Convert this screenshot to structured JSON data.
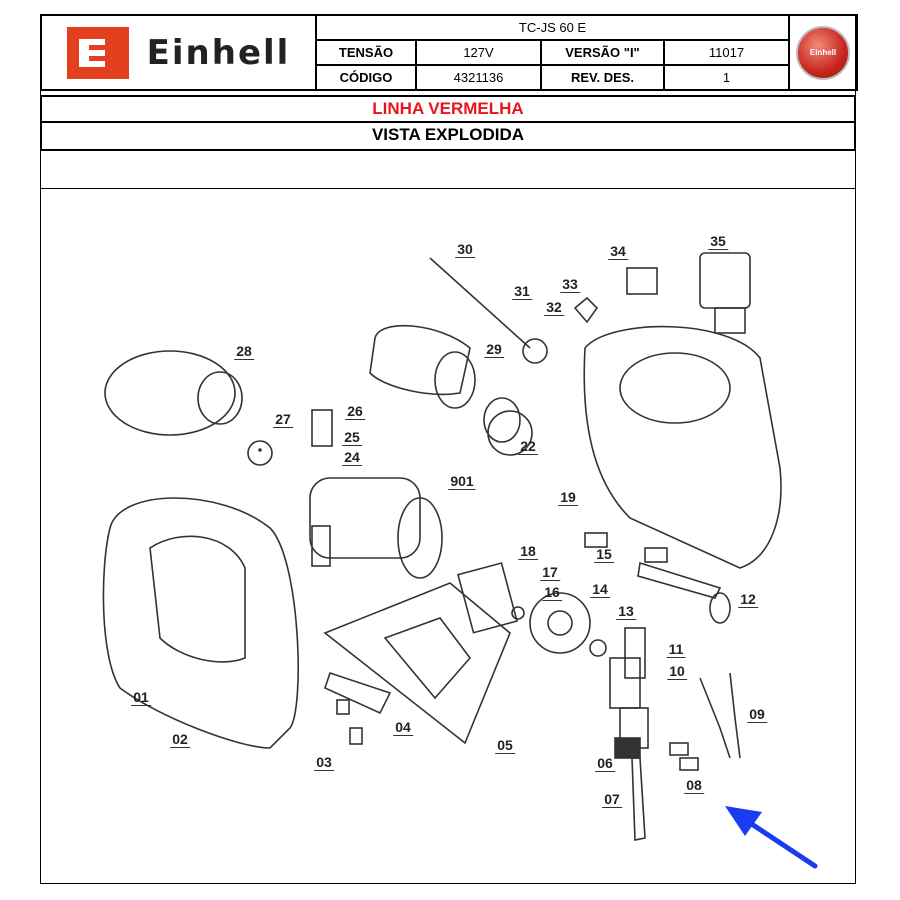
{
  "header": {
    "brand": "Einhell",
    "model": "TC-JS 60 E",
    "tensao_label": "TENSÃO",
    "tensao_value": "127V",
    "versao_label": "VERSÃO \"I\"",
    "versao_value": "11017",
    "codigo_label": "CÓDIGO",
    "codigo_value": "4321136",
    "rev_label": "REV. DES.",
    "rev_value": "1",
    "emblem_text": "Einhell"
  },
  "line_title": "LINHA VERMELHA",
  "view_title": "VISTA EXPLODIDA",
  "parts": [
    "30",
    "31",
    "34",
    "35",
    "33",
    "32",
    "28",
    "29",
    "27",
    "26",
    "25",
    "24",
    "22",
    "901",
    "19",
    "18",
    "17",
    "16",
    "14",
    "15",
    "12",
    "13",
    "11",
    "10",
    "09",
    "01",
    "04",
    "02",
    "05",
    "03",
    "06",
    "08",
    "07"
  ],
  "colors": {
    "brand_red": "#e2401f",
    "title_red": "#e8141b",
    "arrow_blue": "#1a3cf0"
  }
}
